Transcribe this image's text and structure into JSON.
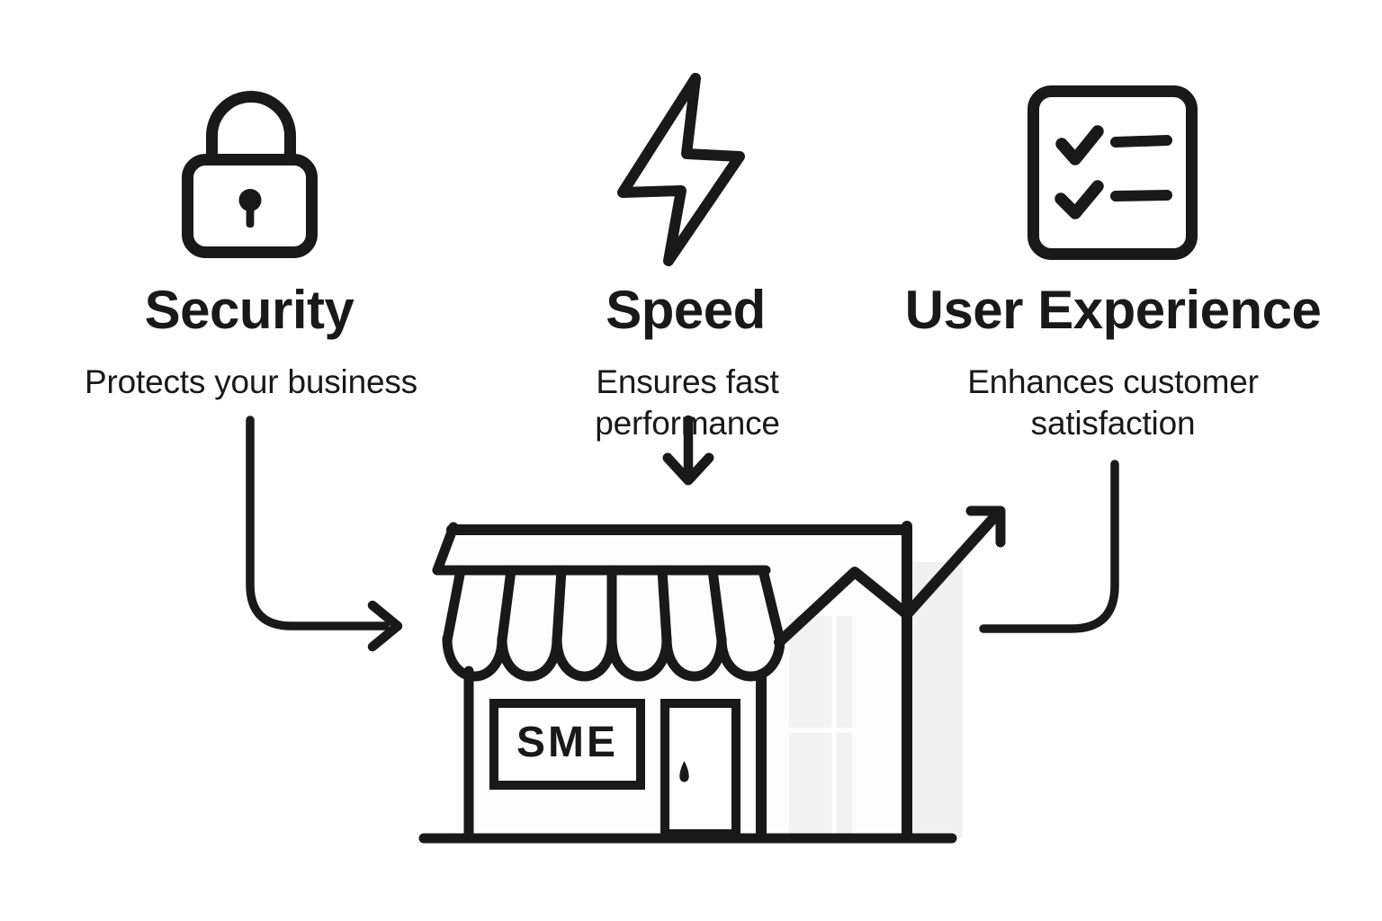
{
  "diagram": {
    "kind": "flow-infographic",
    "background": "#ffffff",
    "ink_color": "#191919",
    "faint_bar_color": "#f2f2f2",
    "faint_bar_color_2": "#f0f0f0"
  },
  "sections": [
    {
      "id": "security",
      "icon": "lock-icon",
      "title": "Security",
      "subtitle": "Protects your business"
    },
    {
      "id": "speed",
      "icon": "lightning-bolt-icon",
      "title": "Speed",
      "subtitle": "Ensures fast performance"
    },
    {
      "id": "user-experience",
      "icon": "checklist-icon",
      "title": "User Experience",
      "subtitle": "Enhances customer satisfaction"
    }
  ],
  "connectors": [
    {
      "from": "security",
      "to": "store",
      "shape": "down-then-right-arrow"
    },
    {
      "from": "speed",
      "to": "store",
      "shape": "straight-down-arrow"
    },
    {
      "from": "user-experience",
      "to": "store",
      "shape": "down-then-left-line"
    }
  ],
  "store": {
    "sign_label": "SME",
    "illustration": "storefront-with-awning-door-and-growth-arrow",
    "growth_arrow": "zigzag-trending-up"
  }
}
